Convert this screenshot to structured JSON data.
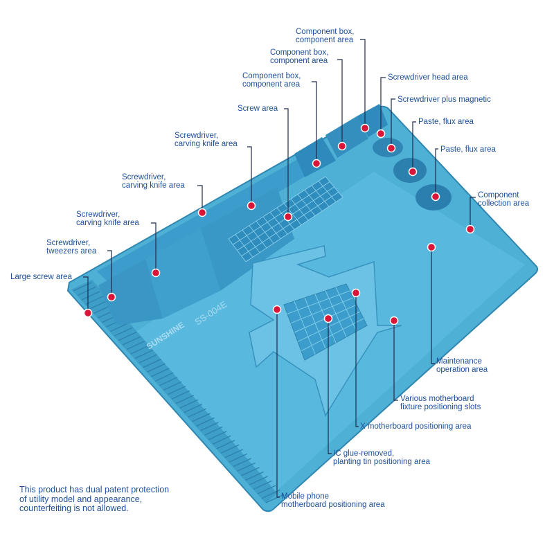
{
  "brand": "SUNSHINE",
  "model": "SS-004E",
  "colors": {
    "mat": "#4fb0d6",
    "mat_dark": "#3796c0",
    "mat_light": "#7ccbe7",
    "dot": "#d9163a",
    "leader": "#1f2a4a",
    "text": "#1d4f9a"
  },
  "callouts": {
    "component_box_1": [
      "Component box,",
      "component area"
    ],
    "component_box_2": [
      "Component box,",
      "component area"
    ],
    "component_box_3": [
      "Component box,",
      "component area"
    ],
    "screw_area": [
      "Screw area"
    ],
    "screwdriver_carving_1": [
      "Screwdriver,",
      "carving knife area"
    ],
    "screwdriver_carving_2": [
      "Screwdriver,",
      "carving knife area"
    ],
    "screwdriver_carving_3": [
      "Screwdriver,",
      "carving knife area"
    ],
    "screwdriver_tweezers": [
      "Screwdriver,",
      "tweezers area"
    ],
    "large_screw": [
      "Large screw area"
    ],
    "screwdriver_head": [
      "Screwdriver head area"
    ],
    "screwdriver_magnetic": [
      "Screwdriver plus magnetic"
    ],
    "paste_flux_1": [
      "Paste, flux area"
    ],
    "paste_flux_2": [
      "Paste, flux area"
    ],
    "component_collection": [
      "Component",
      "collection area"
    ],
    "maintenance": [
      "Maintenance",
      "operation area"
    ],
    "fixture_slots": [
      "Various motherboard",
      "fixture positioning slots"
    ],
    "x_positioning": [
      "X motherboard positioning area"
    ],
    "ic_glue": [
      "IC glue-removed,",
      "planting tin positioning area"
    ],
    "mobile_phone": [
      "Mobile phone",
      "motherboard positioning area"
    ]
  },
  "notice": [
    "This product has dual patent protection",
    "of utility model and appearance,",
    "counterfeiting is not allowed."
  ]
}
